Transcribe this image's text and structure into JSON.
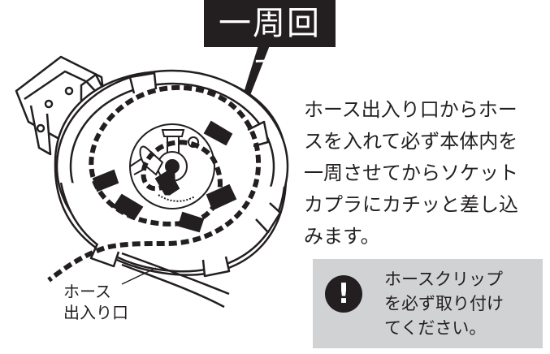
{
  "title": "一周回す",
  "instruction_lines": [
    "ホース出入り口からホー",
    "スを入れて必ず本体内を",
    "一周させてからソケット",
    "カプラにカチッと差し込",
    "みます。"
  ],
  "hose_label_lines": [
    "ホース",
    "出入り口"
  ],
  "notice": {
    "icon": "exclamation-icon",
    "icon_glyph": "!",
    "lines": [
      "ホースクリップ",
      "を必ず取り付け",
      "てください。"
    ],
    "background_color": "#d1d2d4"
  },
  "colors": {
    "ink": "#231f20",
    "title_bg": "#231f20",
    "title_text": "#ffffff"
  }
}
